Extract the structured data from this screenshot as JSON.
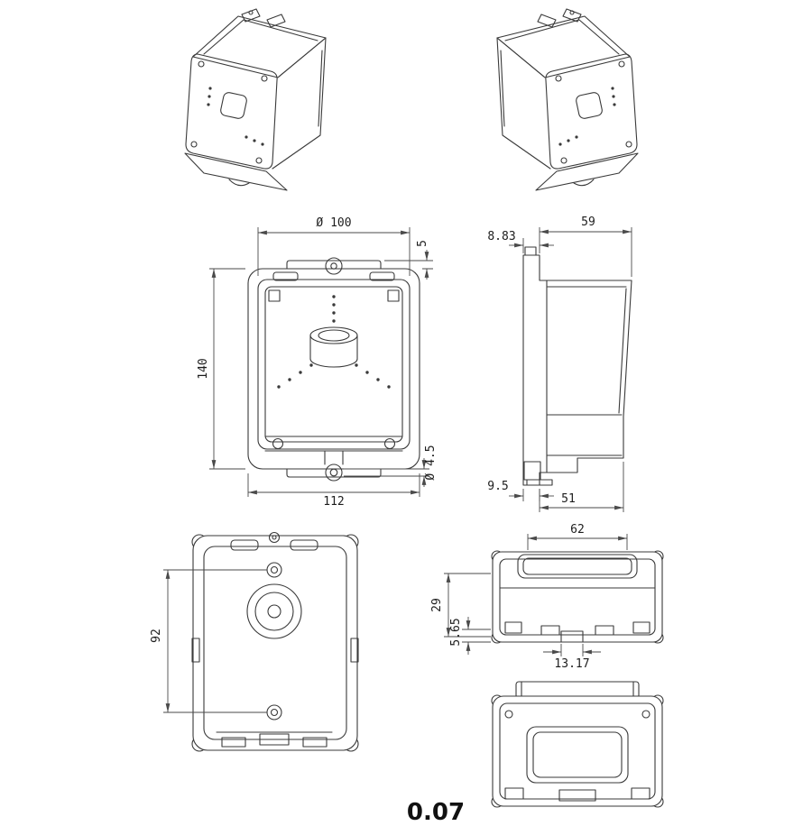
{
  "caption_partial": "0.07",
  "dims": {
    "front_diameter": "Ø 100",
    "front_tab_offset": "5",
    "front_height": "140",
    "front_hole_diameter": "Ø 4.5",
    "front_width": "112",
    "side_top_lip": "8.83",
    "side_top_depth": "59",
    "side_bottom_lip": "9.5",
    "side_bottom_depth": "51",
    "rear_hole_spacing": "92",
    "top_opening_width": "62",
    "top_depth": "29",
    "top_edge_offset": "5.65",
    "top_slot_width": "13.17"
  }
}
